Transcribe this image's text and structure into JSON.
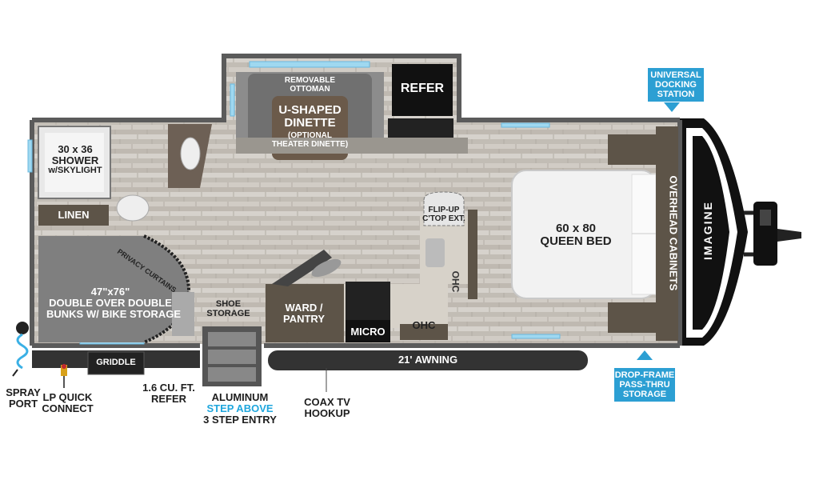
{
  "labels": {
    "shower": [
      "30 x 36",
      "SHOWER",
      "w/SKYLIGHT"
    ],
    "linen": "LINEN",
    "privacy": "PRIVACY CURTAINS",
    "bunks": [
      "47\"x76\"",
      "DOUBLE OVER DOUBLE",
      "BUNKS W/ BIKE STORAGE"
    ],
    "ottoman": [
      "REMOVABLE",
      "OTTOMAN"
    ],
    "dinette": [
      "U-SHAPED",
      "DINETTE"
    ],
    "dinette_option": [
      "(OPTIONAL",
      "THEATER DINETTE)"
    ],
    "refer": "REFER",
    "flipup": [
      "FLIP-UP",
      "C'TOP EXT."
    ],
    "ohc_vertical": "OHC",
    "ohc": "OHC",
    "queen_bed": [
      "60 x 80",
      "QUEEN BED"
    ],
    "overhead": "OVERHEAD CABINETS",
    "brand": "IMAGINE",
    "shoe": [
      "SHOE",
      "STORAGE"
    ],
    "ward": [
      "WARD /",
      "PANTRY"
    ],
    "micro": "MICRO",
    "awning": "21' AWNING",
    "griddle": "GRIDDLE"
  },
  "callouts": {
    "spray_port": [
      "SPRAY",
      "PORT"
    ],
    "lp_quick": [
      "LP QUICK",
      "CONNECT"
    ],
    "refer_small": [
      "1.6 CU. FT.",
      "REFER"
    ],
    "entry": [
      "ALUMINUM",
      "STEP ABOVE",
      "3 STEP ENTRY"
    ],
    "coax": [
      "COAX TV",
      "HOOKUP"
    ],
    "docking": [
      "UNIVERSAL",
      "DOCKING",
      "STATION"
    ],
    "dropframe": [
      "DROP-FRAME",
      "PASS-THRU",
      "STORAGE"
    ]
  },
  "colors": {
    "wall": "#5b5b5b",
    "floor": "#c9c4bd",
    "carpet": "#7f7f7f",
    "cabinet": "#5d5448",
    "counter": "#d7d2c9",
    "accent": "#2c9fd3",
    "window": "#9fd8f0"
  }
}
